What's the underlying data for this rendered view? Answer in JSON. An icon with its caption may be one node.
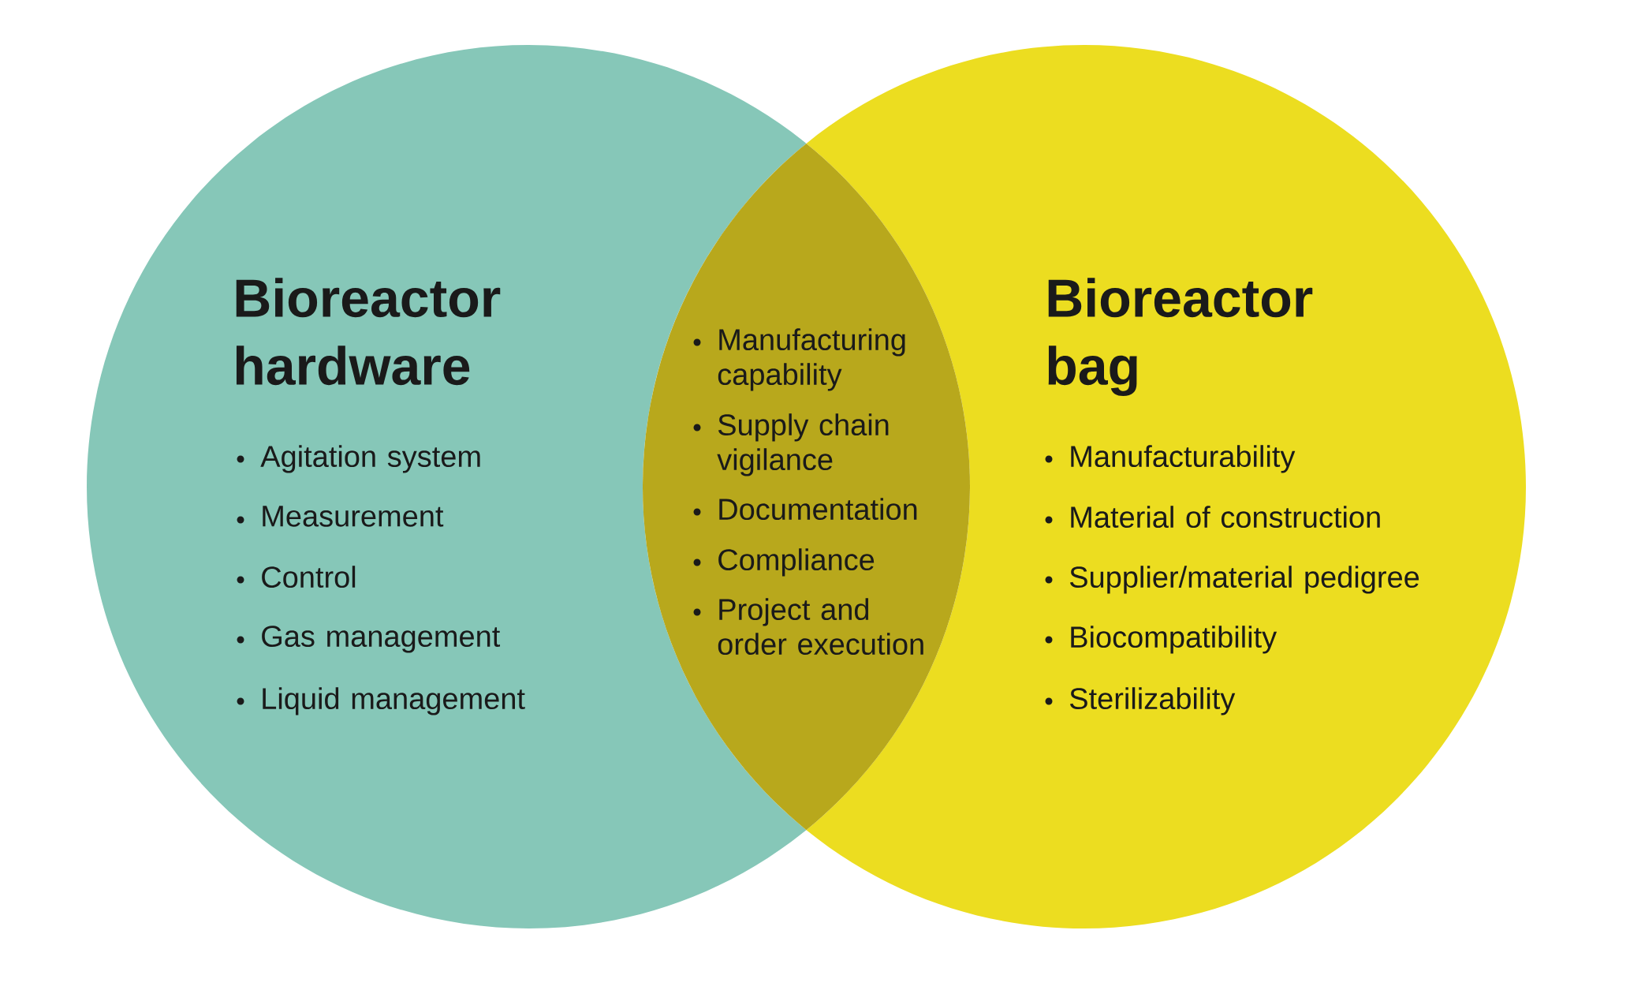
{
  "diagram": {
    "nodes": [
      {
        "text": [
          "Bioreactor hardware",
          "Agitation system",
          "Measurement",
          "Control",
          "Gas management",
          "Liquid management"
        ]
      },
      {
        "text": [
          "Bioreactor bag",
          "Manufacturability",
          "Material of construction",
          "Supplier/material pedigree",
          "Biocompatibility",
          "Sterilizability"
        ]
      },
      {
        "text": [
          "Manufacturing capability",
          "Supply chain vigilance",
          "Documentation",
          "Compliance",
          "Project and order execution"
        ]
      }
    ]
  }
}
